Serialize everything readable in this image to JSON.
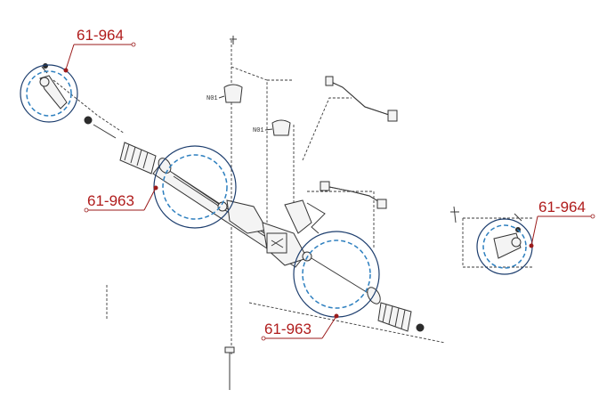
{
  "callouts": {
    "tie_rod_end_left": "61-964",
    "rack_end_left": "61-963",
    "rack_end_right": "61-963",
    "tie_rod_end_right": "61-964"
  },
  "part_labels": {
    "upper": "N01",
    "lower": "N01"
  },
  "colors": {
    "callout_text": "#b01c1c",
    "leader": "#9b1b1b",
    "circle_outline": "#1d3e6e",
    "circle_dashed": "#2d7fbf"
  }
}
